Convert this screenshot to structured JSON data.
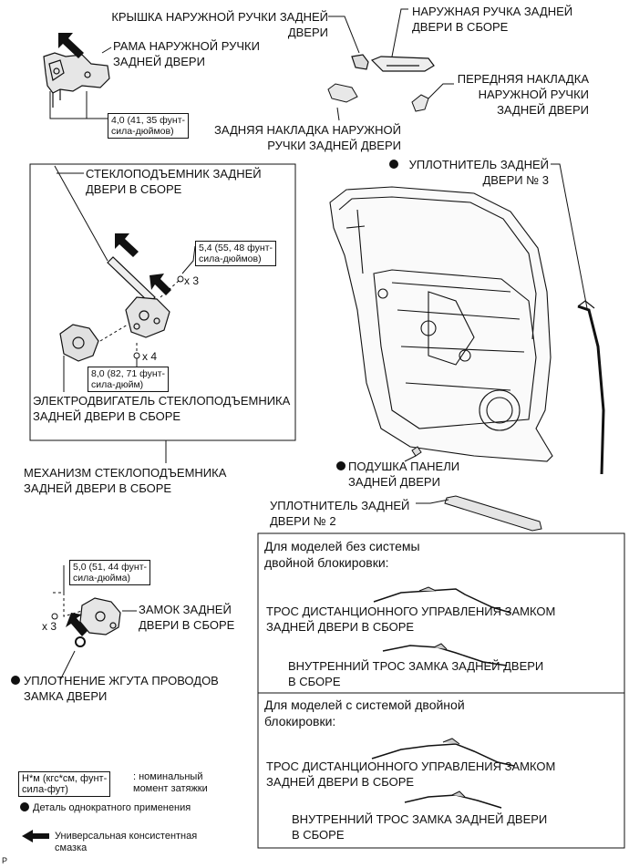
{
  "labels": {
    "frame": [
      "РАМА НАРУЖНОЙ РУЧКИ",
      "ЗАДНЕЙ ДВЕРИ"
    ],
    "cover": [
      "КРЫШКА НАРУЖНОЙ РУЧКИ ЗАДНЕЙ",
      "ДВЕРИ"
    ],
    "outer_handle": [
      "НАРУЖНАЯ РУЧКА ЗАДНЕЙ",
      "ДВЕРИ В СБОРЕ"
    ],
    "front_pad": [
      "ПЕРЕДНЯЯ НАКЛАДКА",
      "НАРУЖНОЙ РУЧКИ",
      "ЗАДНЕЙ ДВЕРИ"
    ],
    "rear_pad": [
      "ЗАДНЯЯ НАКЛАДКА НАРУЖНОЙ",
      "РУЧКИ ЗАДНЕЙ ДВЕРИ"
    ],
    "regulator": [
      "СТЕКЛОПОДЪЕМНИК ЗАДНЕЙ",
      "ДВЕРИ В СБОРЕ"
    ],
    "motor": [
      "ЭЛЕКТРОДВИГАТЕЛЬ СТЕКЛОПОДЪЕМНИКА",
      "ЗАДНЕЙ ДВЕРИ В СБОРЕ"
    ],
    "mechanism": [
      "МЕХАНИЗМ СТЕКЛОПОДЪЕМНИКА",
      "ЗАДНЕЙ ДВЕРИ В СБОРЕ"
    ],
    "weatherstrip3": [
      "УПЛОТНИТЕЛЬ ЗАДНЕЙ",
      "ДВЕРИ № 3"
    ],
    "cushion": [
      "ПОДУШКА ПАНЕЛИ",
      "ЗАДНЕЙ ДВЕРИ"
    ],
    "weatherstrip2": [
      "УПЛОТНИТЕЛЬ ЗАДНЕЙ",
      "ДВЕРИ № 2"
    ],
    "lock": [
      "ЗАМОК ЗАДНЕЙ",
      "ДВЕРИ В СБОРЕ"
    ],
    "harness_seal": [
      "УПЛОТНЕНИЕ ЖГУТА ПРОВОДОВ",
      "ЗАМКА ДВЕРИ"
    ]
  },
  "torques": {
    "frame": [
      "4,0 (41, 35 фунт-",
      "сила-дюймов)"
    ],
    "regulator": [
      "5,4 (55, 48 фунт-",
      "сила-дюймов)"
    ],
    "motor": [
      "8,0 (82, 71 фунт-",
      "сила-дюйм)"
    ],
    "lock": [
      "5,0 (51, 44 фунт-",
      "сила-дюйма)"
    ]
  },
  "counts": {
    "regulator": "x 3",
    "motor": "x 4",
    "lock": "x 3"
  },
  "panels": {
    "no_double_lock": {
      "title": [
        "Для моделей без системы",
        "двойной блокировки:"
      ],
      "cable1": [
        "ТРОС ДИСТАНЦИОННОГО УПРАВЛЕНИЯ ЗАМКОМ",
        "ЗАДНЕЙ ДВЕРИ В СБОРЕ"
      ],
      "cable2": [
        "ВНУТРЕННИЙ ТРОС ЗАМКА ЗАДНЕЙ ДВЕРИ",
        "В СБОРЕ"
      ]
    },
    "double_lock": {
      "title": [
        "Для моделей с системой двойной",
        "блокировки:"
      ],
      "cable1": [
        "ТРОС ДИСТАНЦИОННОГО УПРАВЛЕНИЯ ЗАМКОМ",
        "ЗАДНЕЙ ДВЕРИ В СБОРЕ"
      ],
      "cable2": [
        "ВНУТРЕННИЙ ТРОС ЗАМКА ЗАДНЕЙ ДВЕРИ",
        "В СБОРЕ"
      ]
    }
  },
  "legend": {
    "torque_unit": [
      "Н*м (кгс*см, фунт-",
      "сила-фут)"
    ],
    "torque_desc": [
      ": номинальный",
      "момент затяжки"
    ],
    "single_use": "Деталь однократного применения",
    "grease": [
      "Универсальная консистентная",
      "смазка"
    ]
  },
  "figure_code": "P"
}
